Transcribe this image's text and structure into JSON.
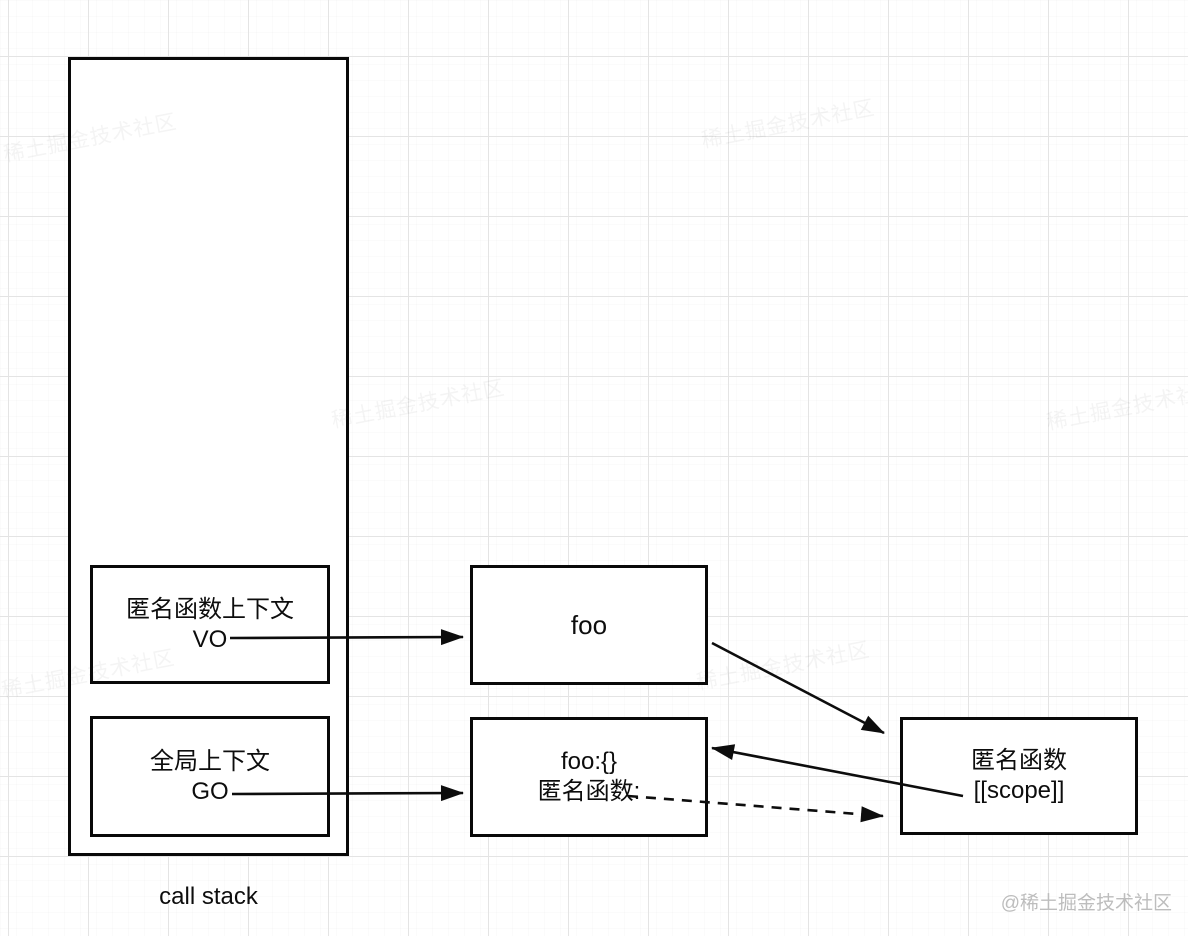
{
  "call_stack": {
    "label": "call stack",
    "frames": [
      {
        "id": "anonymous-function-context",
        "line1": "匿名函数上下文",
        "line2": "VO"
      },
      {
        "id": "global-context",
        "line1": "全局上下文",
        "line2": "GO"
      }
    ]
  },
  "nodes": {
    "foo": {
      "line1": "foo"
    },
    "foo_object": {
      "line1": "foo:{}",
      "line2": "匿名函数:"
    },
    "anonymous_scope": {
      "line1": "匿名函数",
      "line2": "[[scope]]"
    }
  },
  "edges": [
    {
      "from": "VO",
      "to": "foo",
      "style": "solid"
    },
    {
      "from": "GO",
      "to": "foo_object",
      "style": "solid"
    },
    {
      "from": "foo",
      "to": "anonymous_scope",
      "style": "solid"
    },
    {
      "from": "anonymous_scope",
      "to": "foo_object",
      "style": "solid"
    },
    {
      "from": "foo_object",
      "to": "anonymous_scope",
      "style": "dashed"
    }
  ],
  "watermarks": {
    "corner": "@稀土掘金技术社区",
    "background_text": "稀土掘金技术社区"
  },
  "colors": {
    "stroke": "#0d0d0d",
    "box_fill": "#ffffff",
    "grid_line": "#e4e4e4",
    "corner_watermark": "#bdbdbd"
  }
}
